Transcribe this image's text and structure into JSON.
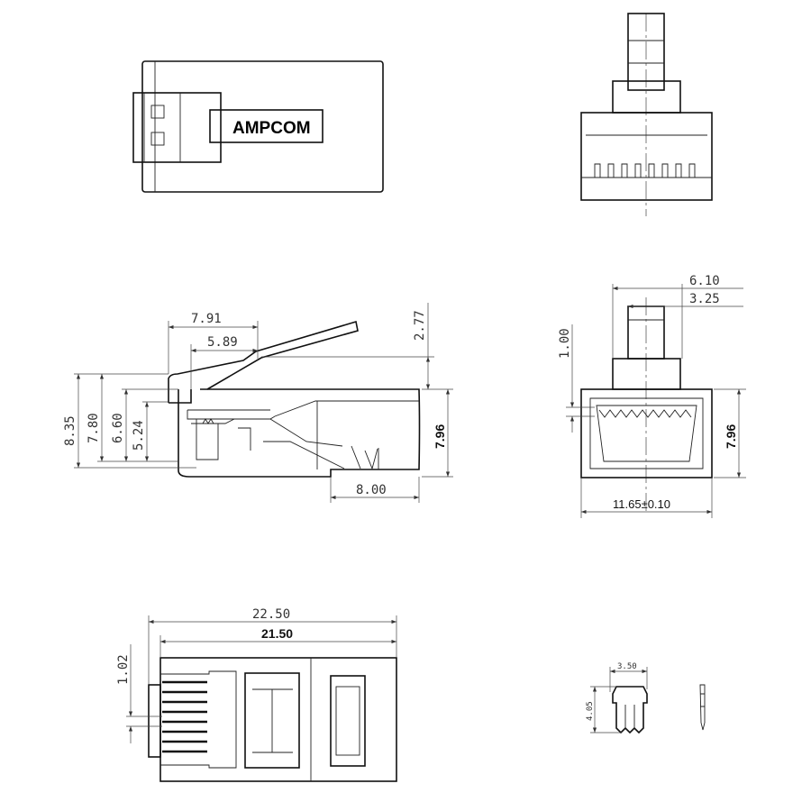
{
  "brand_label": "AMPCOM",
  "side_view": {
    "dims": {
      "d791": "7.91",
      "d589": "5.89",
      "d277": "2.77",
      "d835": "8.35",
      "d780": "7.80",
      "d660": "6.60",
      "d524": "5.24",
      "d796": "7.96",
      "d800": "8.00"
    }
  },
  "front_view": {
    "dims": {
      "d610": "6.10",
      "d325": "3.25",
      "d100": "1.00",
      "d796": "7.96",
      "d1165": "11.65±0.10"
    }
  },
  "bottom_view": {
    "dims": {
      "d2250": "22.50",
      "d2150": "21.50",
      "d102": "1.02"
    }
  },
  "contact_view": {
    "dims": {
      "d350": "3.50",
      "d405": "4.05"
    }
  }
}
